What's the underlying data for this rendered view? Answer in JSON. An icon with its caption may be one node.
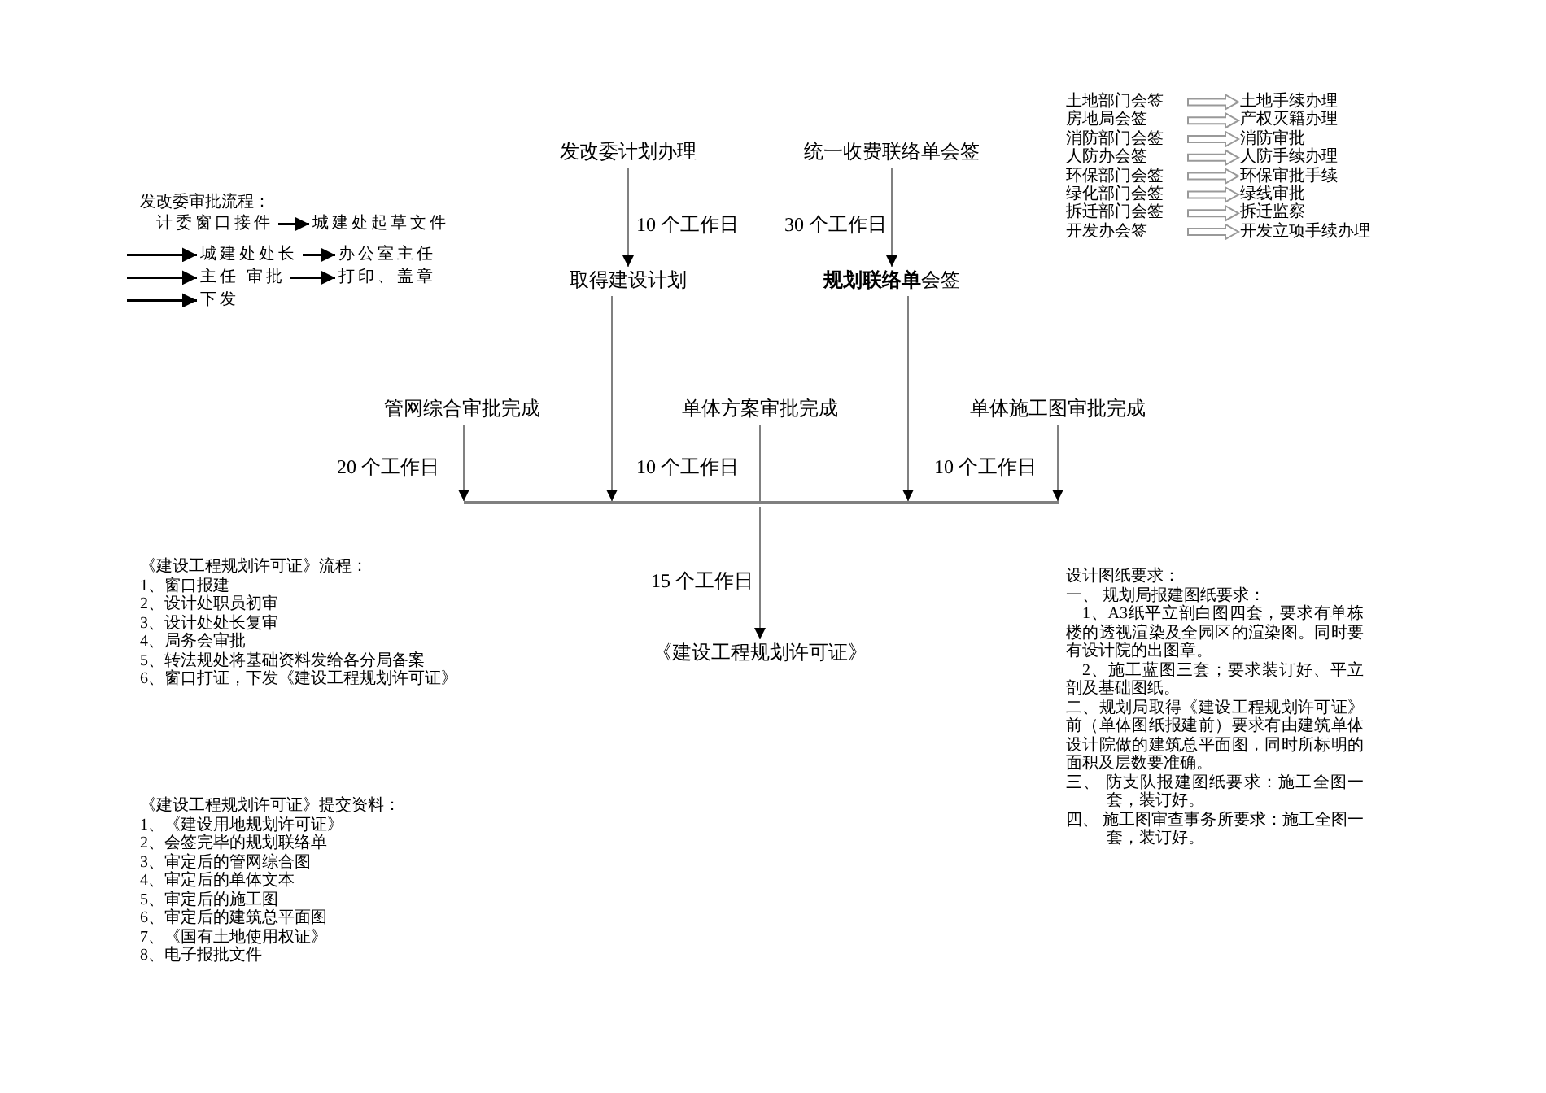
{
  "diagram": {
    "nodes": [
      {
        "text": [
          "发改委计划办理"
        ]
      },
      {
        "text": [
          "统一收费联络单会签"
        ]
      },
      {
        "text": [
          "取得建设计划"
        ]
      },
      {
        "text": [
          "**规划联络单**会签"
        ]
      },
      {
        "text": [
          "管网综合审批完成"
        ]
      },
      {
        "text": [
          "单体方案审批完成"
        ]
      },
      {
        "text": [
          "单体施工图审批完成"
        ]
      },
      {
        "text": [],
        "shape": "bar"
      },
      {
        "text": [
          "《建设工程规划许可证》"
        ]
      },
      {
        "text": [
          "计委窗口接件"
        ]
      },
      {
        "text": [
          "城建处起草文件"
        ]
      },
      {
        "text": [
          "城建处处长"
        ]
      },
      {
        "text": [
          "办公室主任"
        ]
      },
      {
        "text": [
          "主任 审批"
        ]
      },
      {
        "text": [
          "打印、盖章"
        ]
      },
      {
        "text": [
          "下发"
        ]
      },
      {
        "text": [
          "土地部门会签"
        ]
      },
      {
        "text": [
          "房地局会签"
        ]
      },
      {
        "text": [
          "消防部门会签"
        ]
      },
      {
        "text": [
          "人防办会签"
        ]
      },
      {
        "text": [
          "环保部门会签"
        ]
      },
      {
        "text": [
          "绿化部门会签"
        ]
      },
      {
        "text": [
          "拆迁部门会签"
        ]
      },
      {
        "text": [
          "开发办会签"
        ]
      },
      {
        "text": [
          "土地手续办理"
        ]
      },
      {
        "text": [
          "产权灭籍办理"
        ]
      },
      {
        "text": [
          "消防审批"
        ]
      },
      {
        "text": [
          "人防手续办理"
        ]
      },
      {
        "text": [
          "环保审批手续"
        ]
      },
      {
        "text": [
          "绿线审批"
        ]
      },
      {
        "text": [
          "拆迁监察"
        ]
      },
      {
        "text": [
          "开发立项手续办理"
        ]
      }
    ],
    "edges": [
      {
        "from": 0,
        "to": 2,
        "arrow": "to",
        "label": "10 个工作日"
      },
      {
        "from": 1,
        "to": 3,
        "arrow": "to",
        "label": "30 个工作日"
      },
      {
        "from": 4,
        "to": 7,
        "arrow": "to",
        "label": "20 个工作日"
      },
      {
        "from": 2,
        "to": 7,
        "arrow": "to",
        "label": "10 个工作日"
      },
      {
        "from": 5,
        "to": 7,
        "arrow": "none"
      },
      {
        "from": 3,
        "to": 7,
        "arrow": "to",
        "label": "10 个工作日"
      },
      {
        "from": 6,
        "to": 7,
        "arrow": "to"
      },
      {
        "from": 7,
        "to": 8,
        "arrow": "to",
        "label": "15 个工作日"
      },
      {
        "from": 9,
        "to": 10,
        "arrow": "to",
        "color": "#000000"
      },
      {
        "from": null,
        "to": 11,
        "arrow": "to",
        "color": "#000000"
      },
      {
        "from": 11,
        "to": 12,
        "arrow": "to",
        "color": "#000000"
      },
      {
        "from": null,
        "to": 13,
        "arrow": "to",
        "color": "#000000"
      },
      {
        "from": 13,
        "to": 14,
        "arrow": "to",
        "color": "#000000"
      },
      {
        "from": null,
        "to": 15,
        "arrow": "to",
        "color": "#000000"
      },
      {
        "from": 16,
        "to": 24,
        "arrow": "to",
        "style": "thick",
        "color": "#999999"
      },
      {
        "from": 17,
        "to": 25,
        "arrow": "to",
        "style": "thick",
        "color": "#999999"
      },
      {
        "from": 18,
        "to": 26,
        "arrow": "to",
        "style": "thick",
        "color": "#999999"
      },
      {
        "from": 19,
        "to": 27,
        "arrow": "to",
        "style": "thick",
        "color": "#999999"
      },
      {
        "from": 20,
        "to": 28,
        "arrow": "to",
        "style": "thick",
        "color": "#999999"
      },
      {
        "from": 21,
        "to": 29,
        "arrow": "to",
        "style": "thick",
        "color": "#999999"
      },
      {
        "from": 22,
        "to": 30,
        "arrow": "to",
        "style": "thick",
        "color": "#999999"
      },
      {
        "from": 23,
        "to": 31,
        "arrow": "to",
        "style": "thick",
        "color": "#999999"
      }
    ],
    "labels": [
      "发改委审批流程：",
      "《建设工程规划许可证》流程：",
      "1、窗口报建",
      "2、设计处职员初审",
      "3、设计处处长复审",
      "4、局务会审批",
      "5、转法规处将基础资料发给各分局备案",
      "6、窗口打证，下发《建设工程规划许可证》",
      "设计图纸要求：",
      "一、 规划局报建图纸要求：",
      "1、A3纸平立剖白图四套，要求有单栋楼的透视渲染及全园区的渲染图。同时要有设计院的出图章。",
      "2、施工蓝图三套；要求装订好、平立剖及基础图纸。",
      "二、规划局取得《建设工程规划许可证》前（单体图纸报建前）要求有由建筑单体设计院做的建筑总平面图，同时所标明的面积及层数要准确。",
      "三、 防支队报建图纸要求：施工全图一套，装订好。",
      "四、 施工图审查事务所要求：施工全图一套，装订好。",
      "《建设工程规划许可证》提交资料：",
      "1、《建设用地规划许可证》",
      "2、会签完毕的规划联络单",
      "3、审定后的管网综合图",
      "4、审定后的单体文本",
      "5、审定后的施工图",
      "6、审定后的建筑总平面图",
      "7、《国有土地使用权证》",
      "8、电子报批文件"
    ]
  }
}
